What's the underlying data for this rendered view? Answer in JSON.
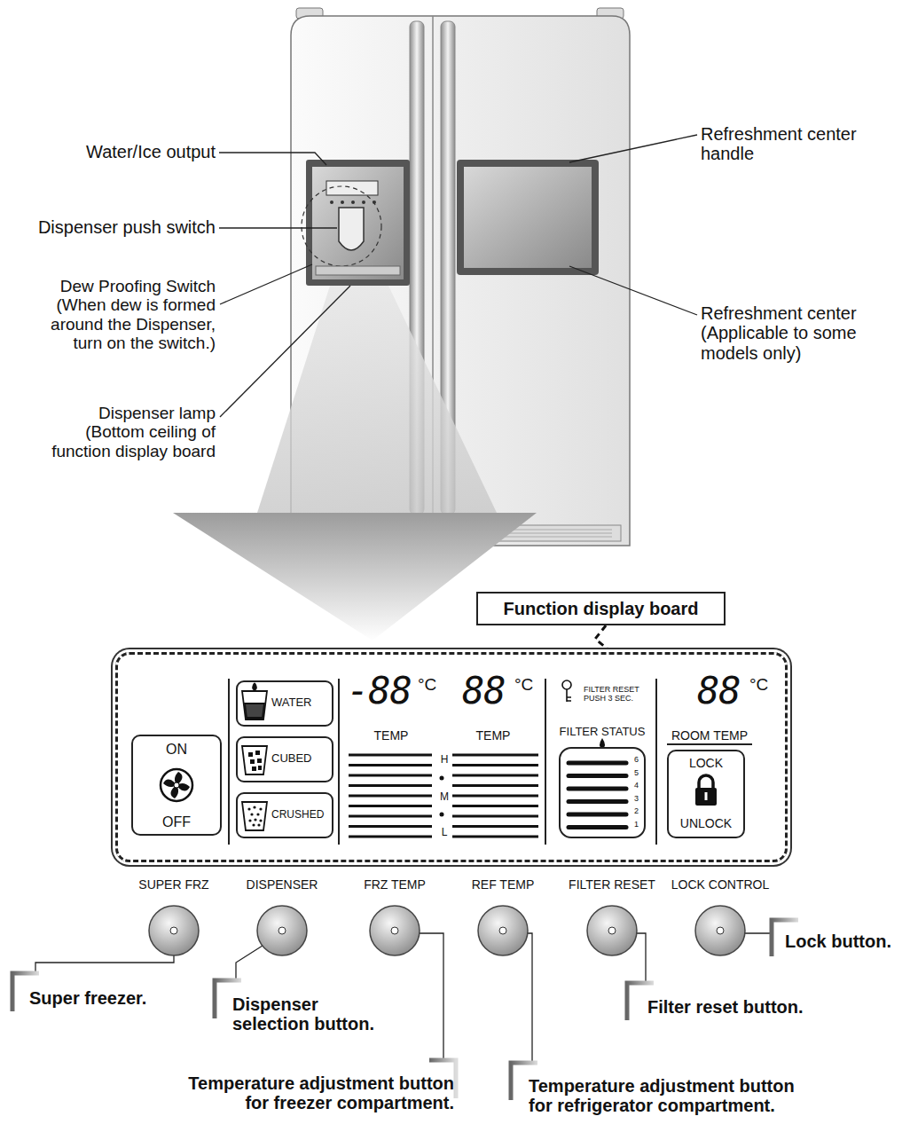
{
  "diagram": {
    "nodes": [
      {
        "text": [
          "Function display board"
        ]
      },
      {
        "text": [
          "-88",
          "°C",
          "TEMP",
          "88",
          "°C",
          "TEMP",
          "H",
          "M",
          "L",
          "FILTER RESET PUSH 3 SEC.",
          "88",
          "°C",
          "ROOM TEMP"
        ]
      },
      {
        "text": [
          "ON",
          "OFF"
        ],
        "in": 1
      },
      {
        "text": [
          "WATER"
        ],
        "in": 1
      },
      {
        "text": [
          "CUBED"
        ],
        "in": 1
      },
      {
        "text": [
          "CRUSHED"
        ],
        "in": 1
      },
      {
        "text": [
          "FILTER STATUS",
          "6",
          "5",
          "4",
          "3",
          "2",
          "1"
        ],
        "in": 1
      },
      {
        "text": [
          "LOCK",
          "UNLOCK"
        ],
        "in": 1
      },
      {
        "text": [
          "SUPER FRZ"
        ]
      },
      {
        "text": [
          "DISPENSER"
        ]
      },
      {
        "text": [
          "FRZ TEMP"
        ]
      },
      {
        "text": [
          "REF TEMP"
        ]
      },
      {
        "text": [
          "FILTER RESET"
        ]
      },
      {
        "text": [
          "LOCK CONTROL"
        ]
      }
    ],
    "edges": [
      {
        "from": 0,
        "to": 1,
        "arrow": "none"
      }
    ],
    "labels": [
      "Water/Ice output",
      "Dispenser push switch",
      "Dew Proofing Switch (When dew is formed around the Dispenser, turn on the switch.)",
      "Dispenser lamp (Bottom ceiling of function display board",
      "Refreshment center handle",
      "Refreshment center (Applicable to some models only)",
      "Super freezer.",
      "Dispenser selection button.",
      "Temperature adjustment button for freezer compartment.",
      "Temperature adjustment button for refrigerator compartment.",
      "Filter reset button.",
      "Lock button."
    ]
  }
}
